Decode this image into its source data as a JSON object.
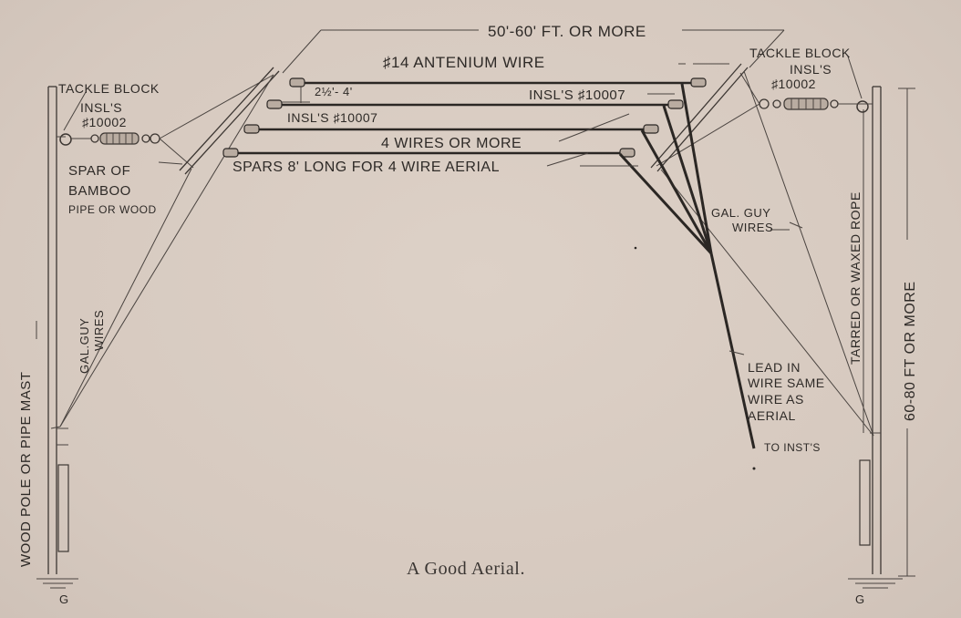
{
  "caption": "A Good Aerial.",
  "labels": {
    "span": "50'-60' FT. OR MORE",
    "antenium_wire": "♯14 ANTENIUM WIRE",
    "spacing": "2½'- 4'",
    "insl_right_top": "INSL'S ♯10007",
    "insl_mid": "INSL'S ♯10007",
    "four_wires": "4 WIRES OR MORE",
    "spars": "SPARS 8' LONG FOR 4 WIRE AERIAL",
    "tackle_block_left": "TACKLE BLOCK",
    "insls_left_line1": "INSL'S",
    "insls_left_line2": "♯10002",
    "tackle_block_right": "TACKLE BLOCK",
    "insls_right_line1": "INSL'S",
    "insls_right_line2": "♯10002",
    "spar_line1": "SPAR OF",
    "spar_line2": "BAMBOO",
    "spar_line3": "PIPE OR WOOD",
    "gal_guy_left_line1": "GAL.GUY",
    "gal_guy_left_line2": "WIRES",
    "wood_pole": "WOOD POLE OR PIPE MAST",
    "gal_guy_right_line1": "GAL. GUY",
    "gal_guy_right_line2": "WIRES",
    "lead_in_line1": "LEAD IN",
    "lead_in_line2": "WIRE SAME",
    "lead_in_line3": "WIRE AS",
    "lead_in_line4": "AERIAL",
    "to_inst": "TO INST'S",
    "tarred_rope": "TARRED OR WAXED ROPE",
    "height": "60-80 FT OR MORE",
    "ground_left": "G",
    "ground_right": "G"
  }
}
